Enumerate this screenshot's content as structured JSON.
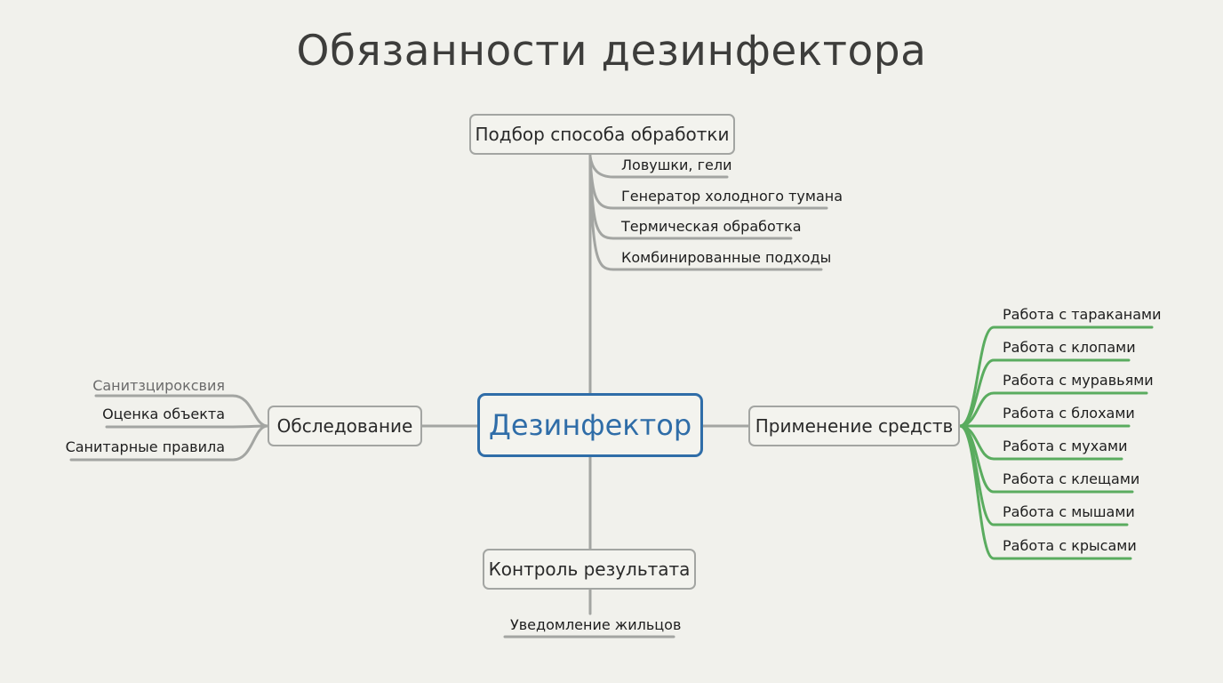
{
  "title": "Обязанности дезинфектора",
  "center": "Дезинфектор",
  "branches": {
    "top": {
      "label": "Подбор способа обработки",
      "items": [
        "Ловушки, гели",
        "Генератор холодного тумана",
        "Термическая обработка",
        "Комбинированные подходы"
      ]
    },
    "left": {
      "label": "Обследование",
      "items": [
        "Санитзцироксвия",
        "Оценка объекта",
        "Санитарные правила"
      ]
    },
    "right": {
      "label": "Применение средств",
      "items": [
        "Работа с тараканами",
        "Работа с клопами",
        "Работа с муравьями",
        "Работа с блохами",
        "Работа с мухами",
        "Работа с клещами",
        "Работа с мышами",
        "Работа с крысами"
      ]
    },
    "bottom": {
      "label": "Контроль результата",
      "items": [
        "Уведомление жильцов"
      ]
    }
  },
  "colors": {
    "connector": "#a3a5a2",
    "right_connector": "#5aac5f",
    "center": "#2f6da8"
  }
}
